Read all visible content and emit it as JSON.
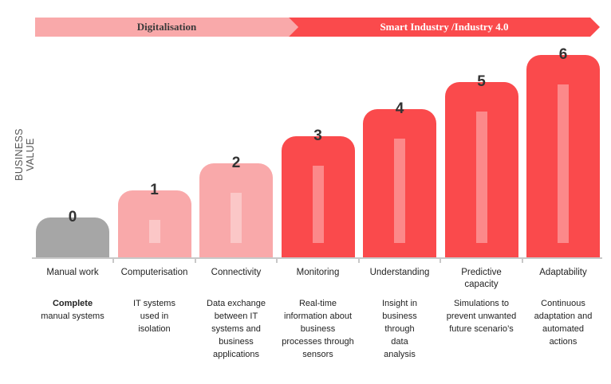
{
  "banners": {
    "digitalisation": {
      "label": "Digitalisation",
      "color": "#f9a9aa"
    },
    "smart_industry": {
      "label": "Smart Industry /Industry 4.0",
      "color": "#fa4a4c"
    }
  },
  "y_axis_label": "BUSINESS VALUE",
  "stages": [
    {
      "number": "0",
      "name": "Manual work",
      "description_title": "Complete",
      "description": "manual systems",
      "color": "#a6a6a6",
      "level": 1,
      "inner_level": 0
    },
    {
      "number": "1",
      "name": "Computerisation",
      "description_title": "",
      "description": "IT systems used in isolation",
      "color": "#f9a9aa",
      "level": 2,
      "inner_level": 1
    },
    {
      "number": "2",
      "name": "Connectivity",
      "description_title": "",
      "description": "Data exchange between IT systems and business applications",
      "color": "#f9a9aa",
      "level": 3,
      "inner_level": 2
    },
    {
      "number": "3",
      "name": "Monitoring",
      "description_title": "",
      "description": "Real-time information about business processes through sensors",
      "color": "#fa4a4c",
      "level": 4,
      "inner_level": 3
    },
    {
      "number": "4",
      "name": "Understanding",
      "description_title": "",
      "description": "Insight in business through data analysis",
      "color": "#fa4a4c",
      "level": 5,
      "inner_level": 4
    },
    {
      "number": "5",
      "name": "Predictive capacity",
      "description_title": "",
      "description": "Simulations to prevent unwanted future scenario’s",
      "color": "#fa4a4c",
      "level": 6,
      "inner_level": 5
    },
    {
      "number": "6",
      "name": "Adaptability",
      "description_title": "",
      "description": "Continuous adaptation and automated actions",
      "color": "#fa4a4c",
      "level": 7,
      "inner_level": 6
    }
  ]
}
